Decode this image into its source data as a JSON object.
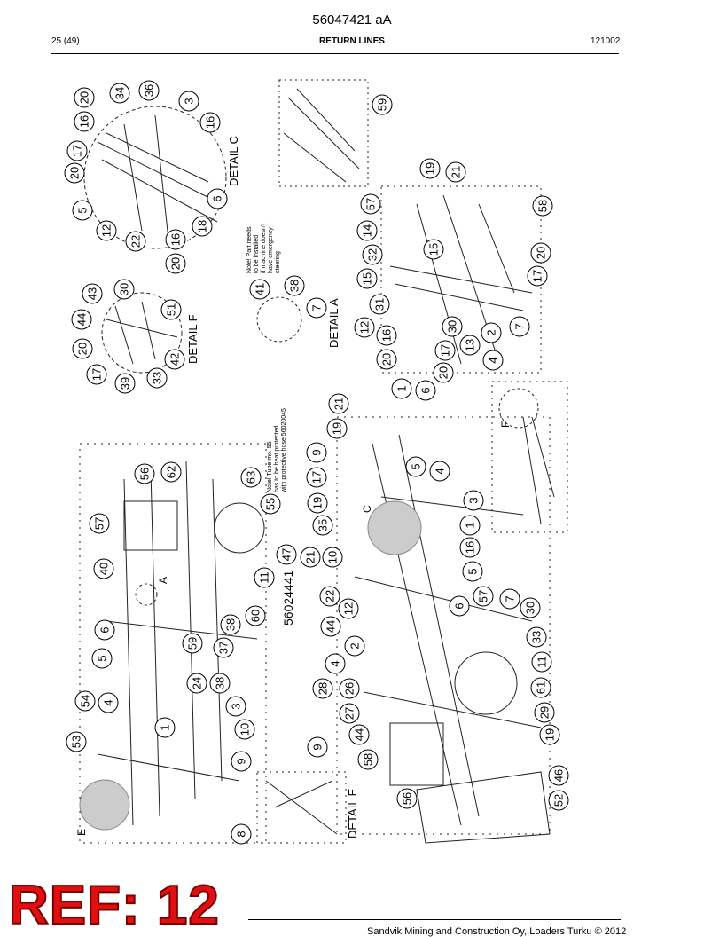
{
  "header": {
    "doc_number": "56047421 aA",
    "page_indicator": "25 (49)",
    "section_title": "RETURN LINES",
    "date_code": "121002"
  },
  "drawing": {
    "part_number": "56024441",
    "detail_labels": {
      "c": "DETAIL C",
      "f": "DETAIL F",
      "a": "DETAIL A",
      "e": "DETAIL E"
    },
    "view_markers": {
      "a": "A",
      "c": "C",
      "e": "E",
      "f": "F"
    },
    "notes": {
      "note_41": [
        "Note! Part needs",
        "to be installed",
        "if machine doesn't",
        "have emergency",
        "steering"
      ],
      "note_55": [
        "Note! Tube mo. 55",
        "has to be heat protected",
        "with protective hose 56020045"
      ]
    },
    "callouts": {
      "detail_c": [
        "20",
        "16",
        "17",
        "20",
        "34",
        "36",
        "3",
        "16",
        "5",
        "12",
        "22",
        "16",
        "20",
        "18",
        "6"
      ],
      "detail_f": [
        "43",
        "30",
        "44",
        "20",
        "17",
        "39",
        "33",
        "42",
        "51"
      ],
      "note_41": [
        "41",
        "38",
        "7"
      ],
      "top_right": [
        "59"
      ],
      "detail_a": [
        "19",
        "21",
        "57",
        "58",
        "14",
        "32",
        "15",
        "15",
        "31",
        "12",
        "16",
        "20",
        "17",
        "30",
        "13",
        "2",
        "4",
        "7",
        "17",
        "20",
        "1",
        "6",
        "20"
      ],
      "main": [
        "56",
        "62",
        "63",
        "55",
        "57",
        "40",
        "47",
        "21",
        "10",
        "11",
        "60",
        "38",
        "37",
        "59",
        "6",
        "5",
        "24",
        "38",
        "3",
        "54",
        "4",
        "53",
        "1",
        "10",
        "9",
        "8",
        "9",
        "22",
        "12",
        "44",
        "2",
        "4",
        "28",
        "26",
        "27",
        "44",
        "58",
        "56",
        "46",
        "52",
        "19",
        "29",
        "61",
        "11",
        "33",
        "30",
        "7",
        "57",
        "6",
        "5",
        "16",
        "1",
        "3",
        "4",
        "5",
        "9",
        "17",
        "19",
        "35",
        "19",
        "21"
      ]
    }
  },
  "stamp": {
    "text": "REF: 12"
  },
  "footer": {
    "company": "Sandvik Mining and Construction Oy, Loaders Turku © 2012"
  }
}
